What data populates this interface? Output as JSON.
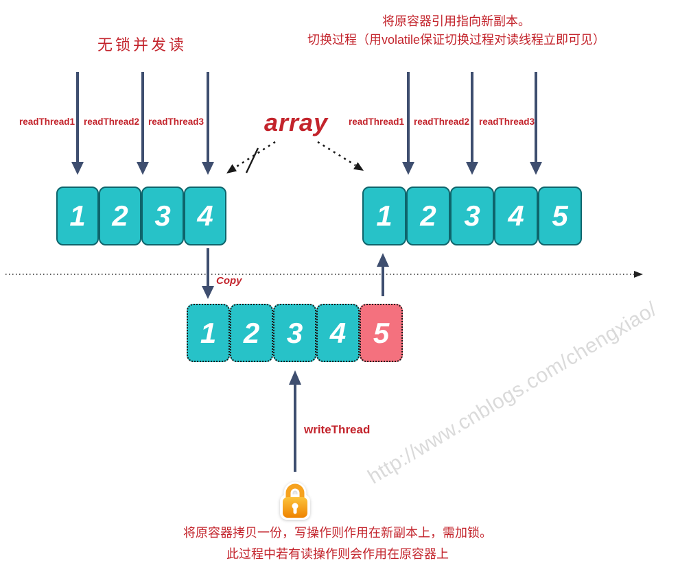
{
  "headings": {
    "left": "无锁并发读",
    "right_line1": "将原容器引用指向新副本。",
    "right_line2": "切换过程（用volatile保证切换过程对读线程立即可见）"
  },
  "read_threads": {
    "left": [
      "readThread1",
      "readThread2",
      "readThread3"
    ],
    "right": [
      "readThread1",
      "readThread2",
      "readThread3"
    ]
  },
  "labels": {
    "array_ref": "array",
    "copy": "Copy",
    "write_thread": "writeThread"
  },
  "arrays": {
    "original": {
      "values": [
        "1",
        "2",
        "3",
        "4"
      ]
    },
    "new_array": {
      "values": [
        "1",
        "2",
        "3",
        "4",
        "5"
      ]
    },
    "copy_array": {
      "values": [
        "1",
        "2",
        "3",
        "4",
        "5"
      ],
      "new_element_index": 4
    }
  },
  "bottom_note": {
    "line1": "将原容器拷贝一份，写操作则作用在新副本上，需加锁。",
    "line2": "此过程中若有读操作则会作用在原容器上"
  },
  "watermark": "http://www.cnblogs.com/chengxiao/",
  "colors": {
    "text_red": "#C3242C",
    "cell_teal": "#27C2C8",
    "cell_teal_border": "#0E646B",
    "cell_pink": "#F4717E",
    "arrow_navy": "#3E4E6F",
    "dashed_black": "#1A1A1A",
    "lock_orange": "#F6A21F",
    "watermark_gray": "#DADADA"
  }
}
